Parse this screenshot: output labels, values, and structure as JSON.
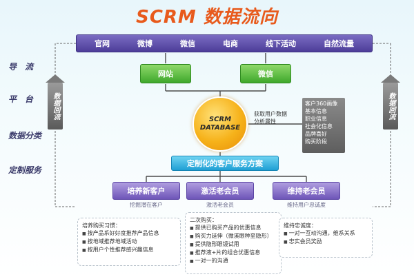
{
  "title": "SCRM 数据流向",
  "sources": [
    "官网",
    "微博",
    "微信",
    "电商",
    "线下活动",
    "自然流量"
  ],
  "left_labels": [
    "导　流",
    "平　台",
    "数据分类",
    "定制服务"
  ],
  "side_box_label": "数据回流",
  "platforms": [
    "网站",
    "微信"
  ],
  "database": {
    "line1": "SCRM",
    "line2": "DATABASE"
  },
  "db_note": "获取用户数据\n分析属性",
  "profile": {
    "title": "客户360画像",
    "items": [
      "基本信息",
      "职业信息",
      "社会化信息",
      "品牌喜好",
      "购买阶段"
    ]
  },
  "service_bar": "定制化的客户服务方案",
  "services": [
    {
      "label": "培养新客户",
      "caption": "挖掘潜在客户"
    },
    {
      "label": "激活老会员",
      "caption": "激活老会员"
    },
    {
      "label": "维持老会员",
      "caption": "维持用户忠诚度"
    }
  ],
  "notes": [
    {
      "title": "培养购买习惯：",
      "items": [
        "按产品系好好度推荐产品信息",
        "按地域推荐地域活动",
        "按用户个性推荐感兴趣信息"
      ]
    },
    {
      "title": "二次购买：",
      "items": [
        "提供已购买产品的优惠信息",
        "购买力延伸（微溪眼种至隐形）",
        "提供隐形眼镜试用",
        "推荐液+片的组合优惠信息",
        "一对一的沟通"
      ]
    },
    {
      "title": "维持忠诚度：",
      "items": [
        "一对一互动沟通，维系关系",
        "忠实会员奖励"
      ]
    }
  ]
}
